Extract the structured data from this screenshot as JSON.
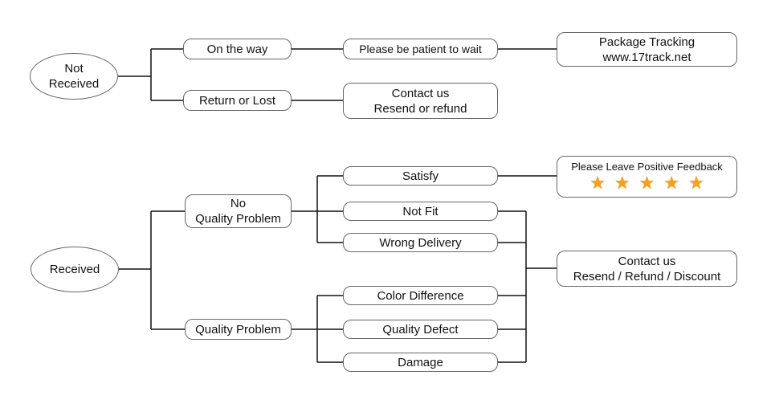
{
  "colors": {
    "background": "#ffffff",
    "box_border": "#666666",
    "connector": "#111111",
    "text": "#111111",
    "star": "#F6A01B"
  },
  "flow": {
    "not_received": {
      "root": "Not Received",
      "on_the_way": "On the way",
      "please_wait": "Please be patient to wait",
      "package_tracking": {
        "line1": "Package Tracking",
        "line2": "www.17track.net"
      },
      "return_or_lost": "Return or Lost",
      "contact": {
        "line1": "Contact us",
        "line2": "Resend or refund"
      }
    },
    "received": {
      "root": "Received",
      "no_quality_problem": {
        "line1": "No",
        "line2": "Quality Problem"
      },
      "quality_problem": "Quality Problem",
      "satisfy": "Satisfy",
      "not_fit": "Not Fit",
      "wrong_delivery": "Wrong Delivery",
      "color_difference": "Color Difference",
      "quality_defect": "Quality Defect",
      "damage": "Damage",
      "feedback": {
        "title": "Please Leave Positive Feedback",
        "stars": "★★★★★",
        "star_count": 5
      },
      "contact": {
        "line1": "Contact us",
        "line2": "Resend / Refund / Discount"
      }
    }
  }
}
